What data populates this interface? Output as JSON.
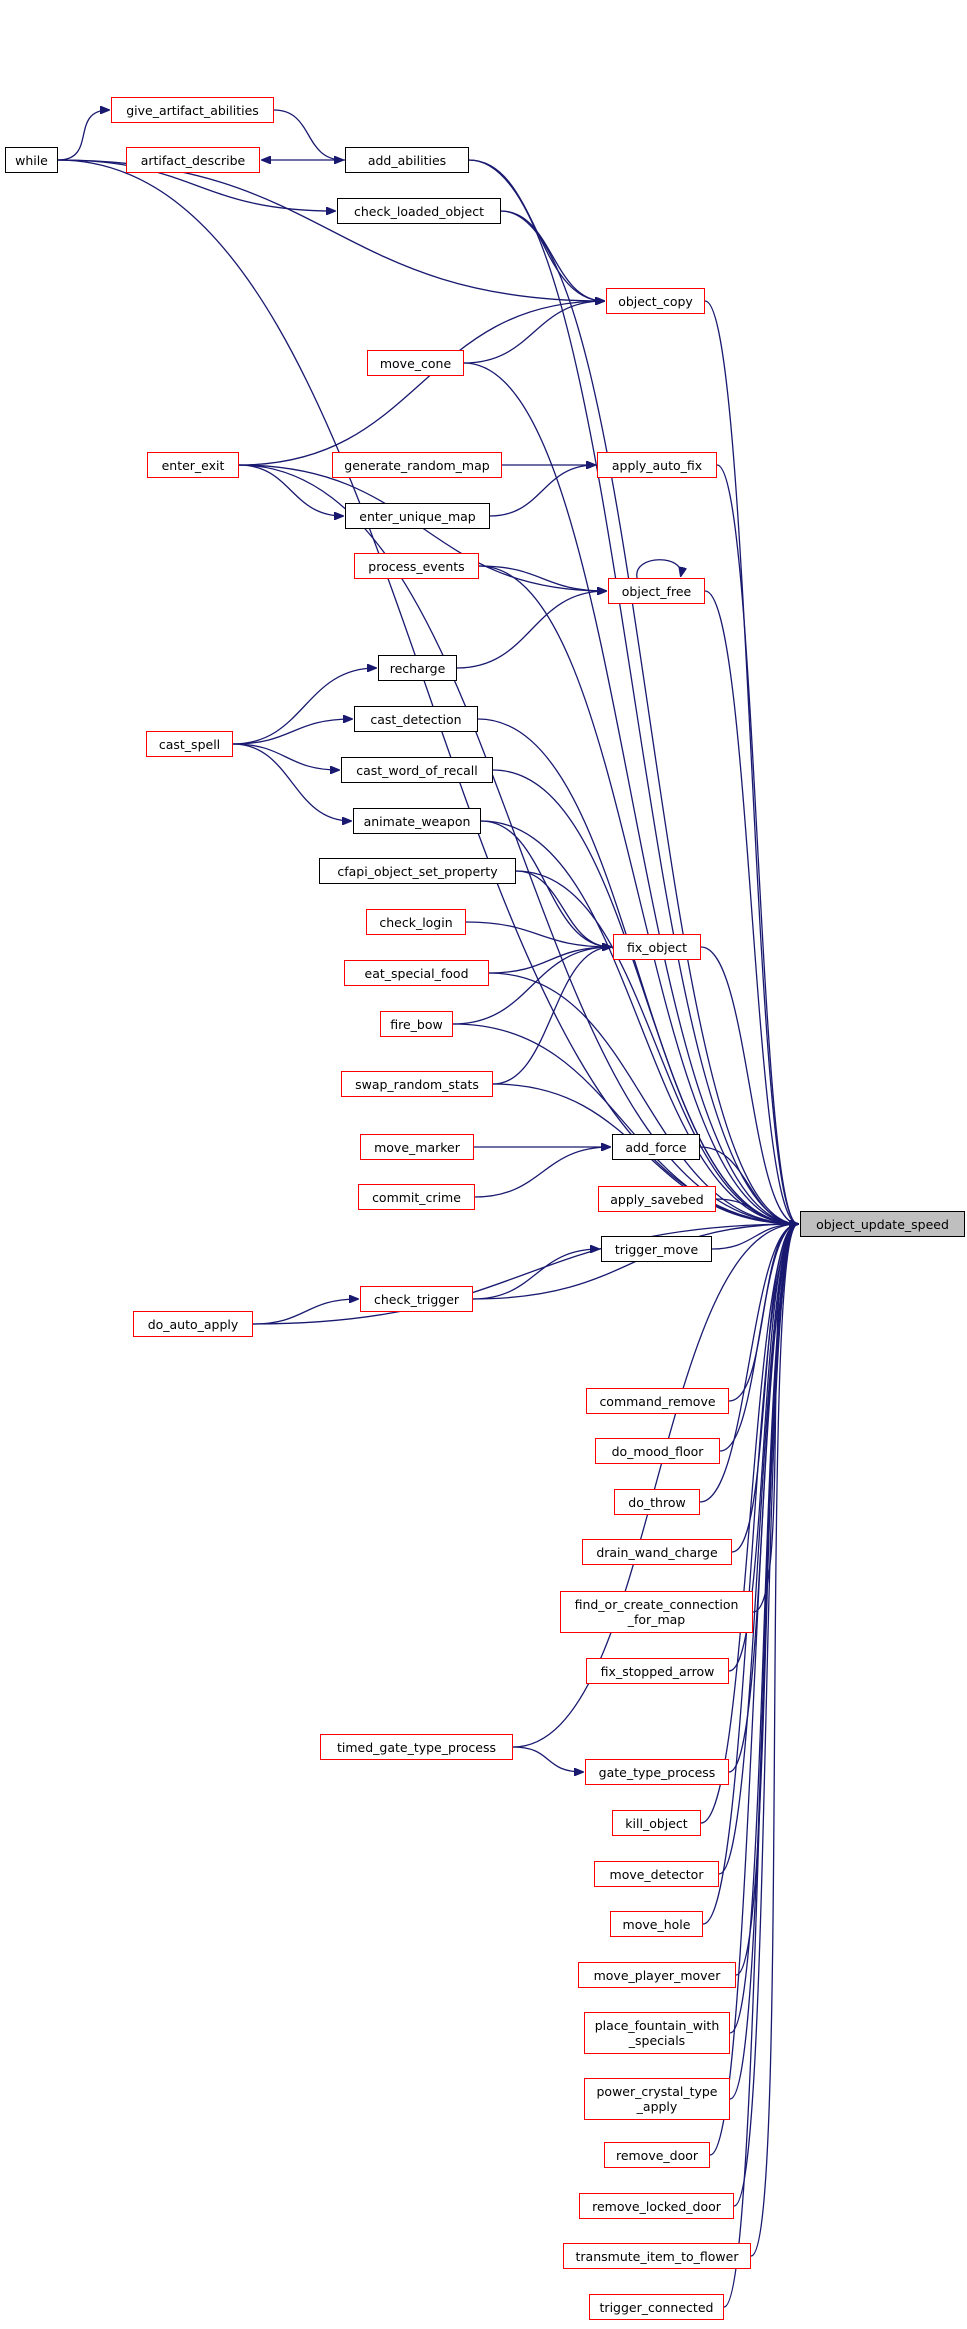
{
  "colors": {
    "edge": "#191970",
    "border_red": "#ff0000",
    "border_black": "#000000",
    "target_fill": "#bfbfbf"
  },
  "nodes": [
    {
      "id": "while",
      "label": "while",
      "style": "black"
    },
    {
      "id": "give_artifact_abilities",
      "label": "give_artifact_abilities",
      "style": "red"
    },
    {
      "id": "artifact_describe",
      "label": "artifact_describe",
      "style": "red"
    },
    {
      "id": "add_abilities",
      "label": "add_abilities",
      "style": "black"
    },
    {
      "id": "check_loaded_object",
      "label": "check_loaded_object",
      "style": "black"
    },
    {
      "id": "object_copy",
      "label": "object_copy",
      "style": "red"
    },
    {
      "id": "move_cone",
      "label": "move_cone",
      "style": "red"
    },
    {
      "id": "enter_exit",
      "label": "enter_exit",
      "style": "red"
    },
    {
      "id": "generate_random_map",
      "label": "generate_random_map",
      "style": "red"
    },
    {
      "id": "apply_auto_fix",
      "label": "apply_auto_fix",
      "style": "red"
    },
    {
      "id": "enter_unique_map",
      "label": "enter_unique_map",
      "style": "black"
    },
    {
      "id": "process_events",
      "label": "process_events",
      "style": "red"
    },
    {
      "id": "object_free",
      "label": "object_free",
      "style": "red"
    },
    {
      "id": "recharge",
      "label": "recharge",
      "style": "black"
    },
    {
      "id": "cast_spell",
      "label": "cast_spell",
      "style": "red"
    },
    {
      "id": "cast_detection",
      "label": "cast_detection",
      "style": "black"
    },
    {
      "id": "cast_word_of_recall",
      "label": "cast_word_of_recall",
      "style": "black"
    },
    {
      "id": "animate_weapon",
      "label": "animate_weapon",
      "style": "black"
    },
    {
      "id": "cfapi_object_set_property",
      "label": "cfapi_object_set_property",
      "style": "black"
    },
    {
      "id": "check_login",
      "label": "check_login",
      "style": "red"
    },
    {
      "id": "fix_object",
      "label": "fix_object",
      "style": "red"
    },
    {
      "id": "eat_special_food",
      "label": "eat_special_food",
      "style": "red"
    },
    {
      "id": "fire_bow",
      "label": "fire_bow",
      "style": "red"
    },
    {
      "id": "swap_random_stats",
      "label": "swap_random_stats",
      "style": "red"
    },
    {
      "id": "move_marker",
      "label": "move_marker",
      "style": "red"
    },
    {
      "id": "add_force",
      "label": "add_force",
      "style": "black"
    },
    {
      "id": "commit_crime",
      "label": "commit_crime",
      "style": "red"
    },
    {
      "id": "apply_savebed",
      "label": "apply_savebed",
      "style": "red"
    },
    {
      "id": "object_update_speed",
      "label": "object_update_speed",
      "style": "grey"
    },
    {
      "id": "trigger_move",
      "label": "trigger_move",
      "style": "black"
    },
    {
      "id": "check_trigger",
      "label": "check_trigger",
      "style": "red"
    },
    {
      "id": "do_auto_apply",
      "label": "do_auto_apply",
      "style": "red"
    },
    {
      "id": "command_remove",
      "label": "command_remove",
      "style": "red"
    },
    {
      "id": "do_mood_floor",
      "label": "do_mood_floor",
      "style": "red"
    },
    {
      "id": "do_throw",
      "label": "do_throw",
      "style": "red"
    },
    {
      "id": "drain_wand_charge",
      "label": "drain_wand_charge",
      "style": "red"
    },
    {
      "id": "find_or_create_connection_for_map",
      "label": "find_or_create_connection\n_for_map",
      "style": "red"
    },
    {
      "id": "fix_stopped_arrow",
      "label": "fix_stopped_arrow",
      "style": "red"
    },
    {
      "id": "timed_gate_type_process",
      "label": "timed_gate_type_process",
      "style": "red"
    },
    {
      "id": "gate_type_process",
      "label": "gate_type_process",
      "style": "red"
    },
    {
      "id": "kill_object",
      "label": "kill_object",
      "style": "red"
    },
    {
      "id": "move_detector",
      "label": "move_detector",
      "style": "red"
    },
    {
      "id": "move_hole",
      "label": "move_hole",
      "style": "red"
    },
    {
      "id": "move_player_mover",
      "label": "move_player_mover",
      "style": "red"
    },
    {
      "id": "place_fountain_with_specials",
      "label": "place_fountain_with\n_specials",
      "style": "red"
    },
    {
      "id": "power_crystal_type_apply",
      "label": "power_crystal_type\n_apply",
      "style": "red"
    },
    {
      "id": "remove_door",
      "label": "remove_door",
      "style": "red"
    },
    {
      "id": "remove_locked_door",
      "label": "remove_locked_door",
      "style": "red"
    },
    {
      "id": "transmute_item_to_flower",
      "label": "transmute_item_to_flower",
      "style": "red"
    },
    {
      "id": "trigger_connected",
      "label": "trigger_connected",
      "style": "red"
    }
  ],
  "edges": [
    [
      "give_artifact_abilities",
      "while"
    ],
    [
      "add_abilities",
      "give_artifact_abilities"
    ],
    [
      "artifact_describe",
      "add_abilities"
    ],
    [
      "check_loaded_object",
      "while"
    ],
    [
      "object_copy",
      "while"
    ],
    [
      "object_copy",
      "add_abilities"
    ],
    [
      "object_copy",
      "check_loaded_object"
    ],
    [
      "object_copy",
      "enter_exit"
    ],
    [
      "object_copy",
      "move_cone"
    ],
    [
      "object_update_speed",
      "while"
    ],
    [
      "object_update_speed",
      "add_abilities"
    ],
    [
      "object_update_speed",
      "check_loaded_object"
    ],
    [
      "object_update_speed",
      "object_copy"
    ],
    [
      "object_update_speed",
      "move_cone"
    ],
    [
      "object_update_speed",
      "enter_exit"
    ],
    [
      "apply_auto_fix",
      "generate_random_map"
    ],
    [
      "apply_auto_fix",
      "enter_unique_map"
    ],
    [
      "enter_unique_map",
      "enter_exit"
    ],
    [
      "object_update_speed",
      "apply_auto_fix"
    ],
    [
      "object_free",
      "object_free"
    ],
    [
      "object_free",
      "process_events"
    ],
    [
      "object_free",
      "enter_exit"
    ],
    [
      "object_free",
      "recharge"
    ],
    [
      "object_update_speed",
      "process_events"
    ],
    [
      "object_update_speed",
      "object_free"
    ],
    [
      "recharge",
      "cast_spell"
    ],
    [
      "cast_detection",
      "cast_spell"
    ],
    [
      "cast_word_of_recall",
      "cast_spell"
    ],
    [
      "animate_weapon",
      "cast_spell"
    ],
    [
      "object_update_speed",
      "cast_detection"
    ],
    [
      "object_update_speed",
      "cast_word_of_recall"
    ],
    [
      "object_update_speed",
      "animate_weapon"
    ],
    [
      "fix_object",
      "animate_weapon"
    ],
    [
      "fix_object",
      "cfapi_object_set_property"
    ],
    [
      "fix_object",
      "check_login"
    ],
    [
      "fix_object",
      "eat_special_food"
    ],
    [
      "fix_object",
      "fire_bow"
    ],
    [
      "fix_object",
      "swap_random_stats"
    ],
    [
      "object_update_speed",
      "cfapi_object_set_property"
    ],
    [
      "object_update_speed",
      "fix_object"
    ],
    [
      "object_update_speed",
      "eat_special_food"
    ],
    [
      "object_update_speed",
      "fire_bow"
    ],
    [
      "object_update_speed",
      "swap_random_stats"
    ],
    [
      "add_force",
      "move_marker"
    ],
    [
      "add_force",
      "commit_crime"
    ],
    [
      "object_update_speed",
      "add_force"
    ],
    [
      "object_update_speed",
      "apply_savebed"
    ],
    [
      "object_update_speed",
      "trigger_move"
    ],
    [
      "trigger_move",
      "check_trigger"
    ],
    [
      "check_trigger",
      "do_auto_apply"
    ],
    [
      "object_update_speed",
      "check_trigger"
    ],
    [
      "object_update_speed",
      "do_auto_apply"
    ],
    [
      "object_update_speed",
      "command_remove"
    ],
    [
      "object_update_speed",
      "do_mood_floor"
    ],
    [
      "object_update_speed",
      "do_throw"
    ],
    [
      "object_update_speed",
      "drain_wand_charge"
    ],
    [
      "object_update_speed",
      "find_or_create_connection_for_map"
    ],
    [
      "object_update_speed",
      "fix_stopped_arrow"
    ],
    [
      "object_update_speed",
      "timed_gate_type_process"
    ],
    [
      "object_update_speed",
      "gate_type_process"
    ],
    [
      "gate_type_process",
      "timed_gate_type_process"
    ],
    [
      "object_update_speed",
      "kill_object"
    ],
    [
      "object_update_speed",
      "move_detector"
    ],
    [
      "object_update_speed",
      "move_hole"
    ],
    [
      "object_update_speed",
      "move_player_mover"
    ],
    [
      "object_update_speed",
      "place_fountain_with_specials"
    ],
    [
      "object_update_speed",
      "power_crystal_type_apply"
    ],
    [
      "object_update_speed",
      "remove_door"
    ],
    [
      "object_update_speed",
      "remove_locked_door"
    ],
    [
      "object_update_speed",
      "transmute_item_to_flower"
    ],
    [
      "object_update_speed",
      "trigger_connected"
    ]
  ]
}
